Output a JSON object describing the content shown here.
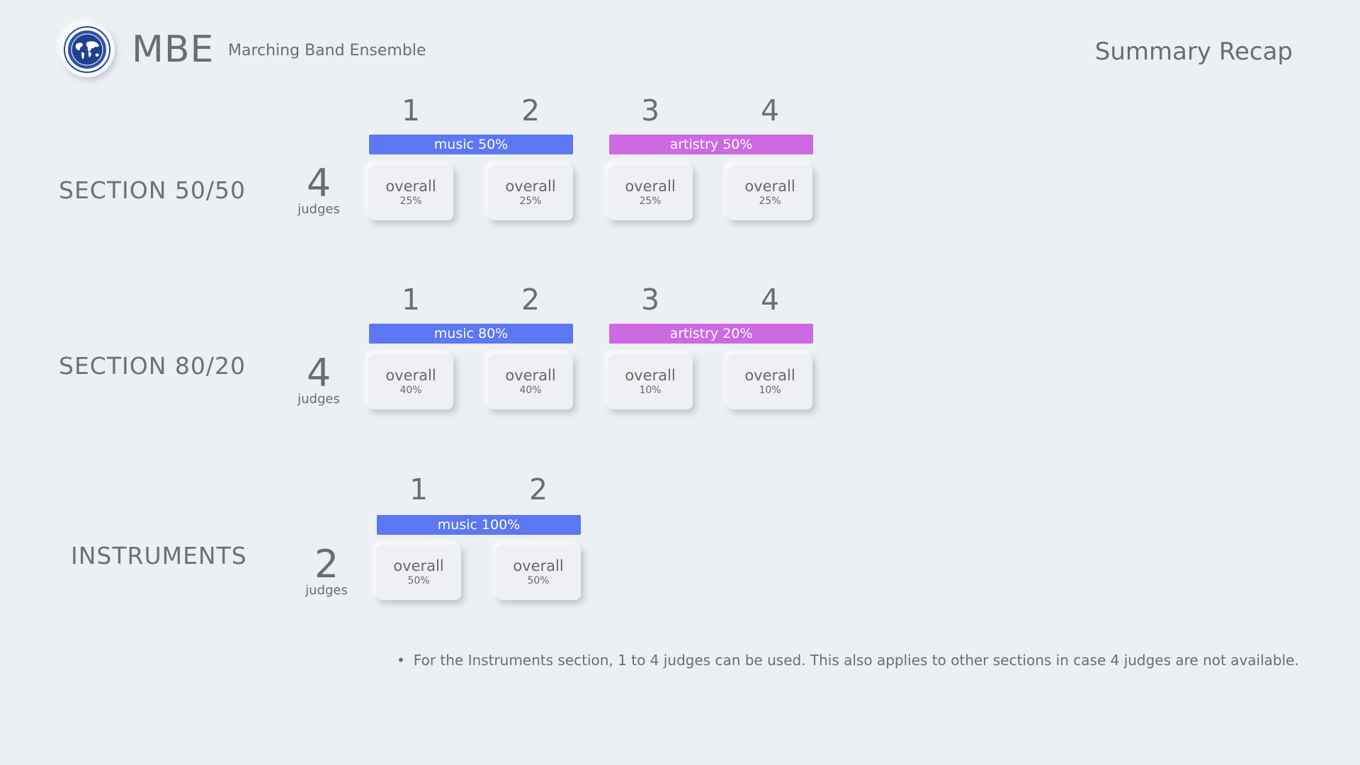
{
  "header": {
    "brand": "MBE",
    "brand_subtitle": "Marching Band Ensemble",
    "page_title": "Summary Recap",
    "logo_icon": "globe-seal-icon"
  },
  "colors": {
    "music": "#5b77f2",
    "artistry": "#cc69e3",
    "background": "#eceff3",
    "text": "#6a6e74"
  },
  "sections": [
    {
      "title": "SECTION 50/50",
      "judges_count": "4",
      "judges_label": "judges",
      "numbers": [
        "1",
        "2",
        "3",
        "4"
      ],
      "bars": [
        {
          "label": "music 50%",
          "kind": "music"
        },
        {
          "label": "artistry 50%",
          "kind": "artistry"
        }
      ],
      "cards": [
        {
          "label": "overall",
          "pct": "25%"
        },
        {
          "label": "overall",
          "pct": "25%"
        },
        {
          "label": "overall",
          "pct": "25%"
        },
        {
          "label": "overall",
          "pct": "25%"
        }
      ]
    },
    {
      "title": "SECTION 80/20",
      "judges_count": "4",
      "judges_label": "judges",
      "numbers": [
        "1",
        "2",
        "3",
        "4"
      ],
      "bars": [
        {
          "label": "music 80%",
          "kind": "music"
        },
        {
          "label": "artistry 20%",
          "kind": "artistry"
        }
      ],
      "cards": [
        {
          "label": "overall",
          "pct": "40%"
        },
        {
          "label": "overall",
          "pct": "40%"
        },
        {
          "label": "overall",
          "pct": "10%"
        },
        {
          "label": "overall",
          "pct": "10%"
        }
      ]
    },
    {
      "title": "INSTRUMENTS",
      "judges_count": "2",
      "judges_label": "judges",
      "numbers": [
        "1",
        "2"
      ],
      "bars": [
        {
          "label": "music 100%",
          "kind": "music"
        }
      ],
      "cards": [
        {
          "label": "overall",
          "pct": "50%"
        },
        {
          "label": "overall",
          "pct": "50%"
        }
      ]
    }
  ],
  "note": "For the Instruments section, 1 to 4 judges can be used. This also applies to other sections in case 4 judges are not available."
}
